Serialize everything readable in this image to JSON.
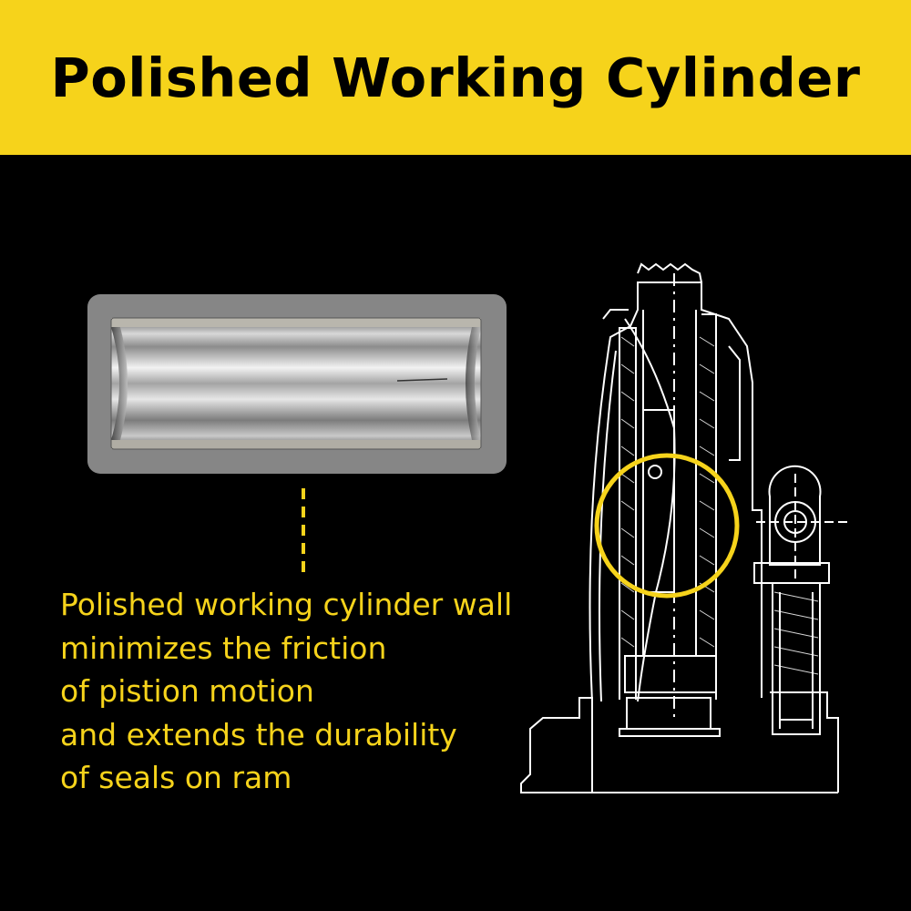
{
  "banner": {
    "title": "Polished Working Cylinder"
  },
  "caption": {
    "lines": [
      "Polished working cylinder wall",
      "minimizes the friction",
      "of pistion motion",
      "and extends the durability",
      "of seals on ram"
    ]
  },
  "colors": {
    "accent": "#f6d31b",
    "background": "#000000",
    "panel": "#868686"
  },
  "icons": {
    "cylinder_photo": "polished-steel-cylinder",
    "diagram": "bottle-jack-cross-section",
    "highlight": "highlight-circle"
  }
}
